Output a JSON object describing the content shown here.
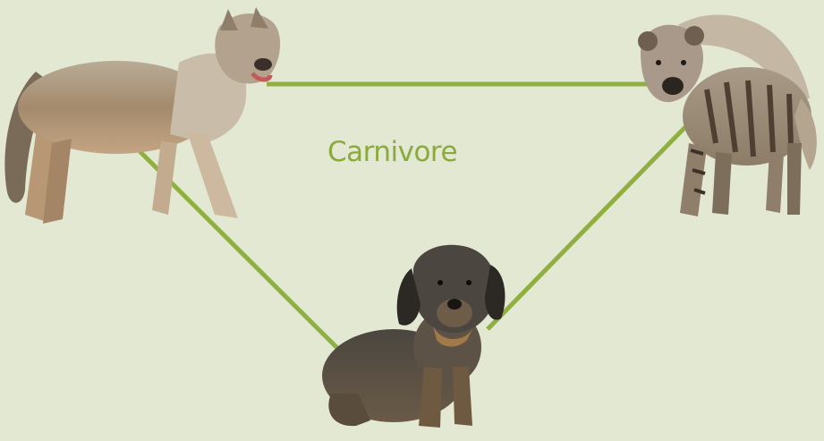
{
  "diagram": {
    "center_label": "Carnivore",
    "line_color": "#8fb040",
    "background_color": "#e3e8d3",
    "nodes": [
      {
        "id": "wolf",
        "icon": "wolf-icon"
      },
      {
        "id": "hyena",
        "icon": "striped-hyena-icon"
      },
      {
        "id": "dachshund",
        "icon": "dachshund-dog-icon"
      }
    ],
    "edges": [
      {
        "from": "wolf",
        "to": "hyena"
      },
      {
        "from": "hyena",
        "to": "dachshund"
      },
      {
        "from": "dachshund",
        "to": "wolf"
      }
    ]
  }
}
